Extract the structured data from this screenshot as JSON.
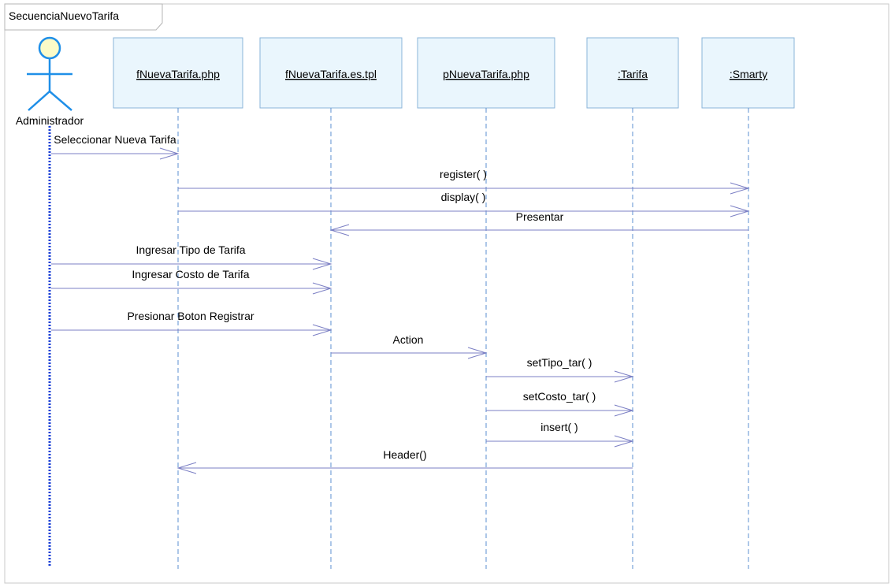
{
  "frame": {
    "title": "SecuenciaNuevoTarifa"
  },
  "actor": {
    "name": "Administrador"
  },
  "lifelines": [
    {
      "id": "fnueva",
      "label": "fNuevaTarifa.php"
    },
    {
      "id": "ftpl",
      "label": "fNuevaTarifa.es.tpl"
    },
    {
      "id": "pnueva",
      "label": "pNuevaTarifa.php"
    },
    {
      "id": "tarifa",
      "label": ":Tarifa"
    },
    {
      "id": "smarty",
      "label": ":Smarty"
    }
  ],
  "messages": [
    {
      "label": "Seleccionar Nueva Tarifa",
      "from": "actor",
      "to": "fnueva"
    },
    {
      "label": "register( )",
      "from": "fnueva",
      "to": "smarty"
    },
    {
      "label": "display( )",
      "from": "fnueva",
      "to": "smarty"
    },
    {
      "label": "Presentar",
      "from": "smarty",
      "to": "ftpl"
    },
    {
      "label": "Ingresar Tipo de Tarifa",
      "from": "actor",
      "to": "ftpl"
    },
    {
      "label": "Ingresar Costo de Tarifa",
      "from": "actor",
      "to": "ftpl"
    },
    {
      "label": "Presionar Boton Registrar",
      "from": "actor",
      "to": "ftpl"
    },
    {
      "label": "Action",
      "from": "ftpl",
      "to": "pnueva"
    },
    {
      "label": "setTipo_tar( )",
      "from": "pnueva",
      "to": "tarifa"
    },
    {
      "label": "setCosto_tar( )",
      "from": "pnueva",
      "to": "tarifa"
    },
    {
      "label": "insert( )",
      "from": "pnueva",
      "to": "tarifa"
    },
    {
      "label": "Header()",
      "from": "tarifa",
      "to": "fnueva"
    }
  ],
  "colors": {
    "box_fill": "#eaf6fd",
    "box_stroke": "#8ab4d9",
    "line": "#7b7fc4",
    "activation": "#1a3fd6",
    "actor_head": "#fbfbc8",
    "actor_stroke": "#1f8fe8",
    "frame": "#b5b5b5"
  }
}
